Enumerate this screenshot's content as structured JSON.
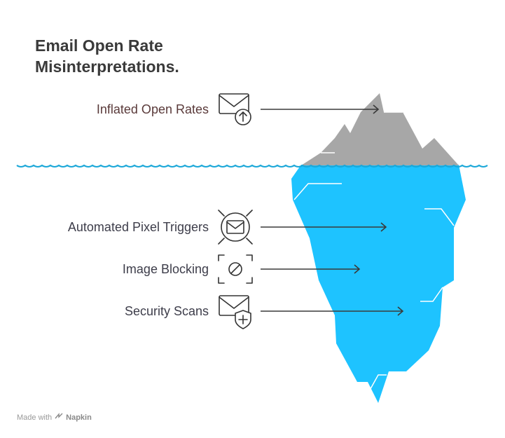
{
  "title": {
    "line1": "Email Open Rate",
    "line2": "Misinterpretations."
  },
  "items": [
    {
      "label": "Inflated Open Rates",
      "icon": "envelope-arrow-up-icon",
      "zone": "above-water"
    },
    {
      "label": "Automated Pixel Triggers",
      "icon": "envelope-target-icon",
      "zone": "below-water"
    },
    {
      "label": "Image Blocking",
      "icon": "blocked-image-icon",
      "zone": "below-water"
    },
    {
      "label": "Security Scans",
      "icon": "envelope-shield-icon",
      "zone": "below-water"
    }
  ],
  "credit": {
    "prefix": "Made with",
    "brand": "Napkin"
  },
  "colors": {
    "title": "#3a3a3a",
    "label_above": "#5a3a3a",
    "label_below": "#3d3d4a",
    "iceberg_top": "#a7a7a7",
    "iceberg_bottom": "#1ec3ff",
    "water": "#1aa7d8",
    "connector": "#3a3a3a",
    "icon_stroke": "#333333"
  }
}
